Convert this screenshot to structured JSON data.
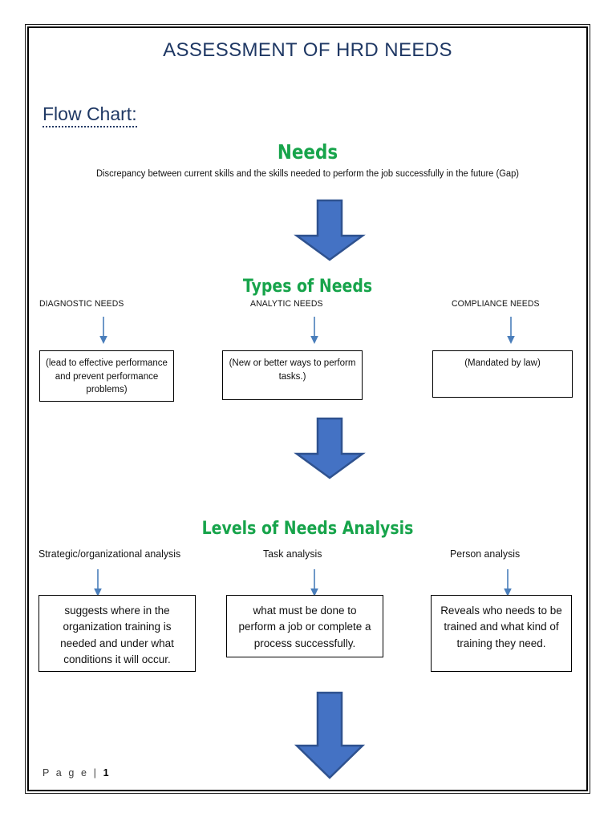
{
  "document": {
    "title": "ASSESSMENT OF HRD NEEDS",
    "section_label": "Flow Chart:",
    "footer_label": "P a g e  | ",
    "page_number": "1"
  },
  "colors": {
    "title_navy": "#1F3864",
    "heading_green": "#17A44B",
    "arrow_blue_fill": "#4472C4",
    "arrow_blue_stroke": "#2F528F",
    "thin_arrow_blue": "#4A7EBB",
    "box_border": "#000000",
    "page_border": "#000000"
  },
  "flow": {
    "stage1": {
      "heading": "Needs",
      "description": "Discrepancy between current skills and the skills needed to perform the job successfully in the future (Gap)"
    },
    "connector1": {
      "icon": "down-block-arrow"
    },
    "stage2": {
      "heading": "Types of Needs",
      "columns": [
        {
          "label": "DIAGNOSTIC NEEDS",
          "arrow_icon": "down-arrow",
          "box_text": "(lead to effective performance and prevent performance problems)"
        },
        {
          "label": "ANALYTIC NEEDS",
          "arrow_icon": "down-arrow",
          "box_text": "(New or better ways to perform tasks.)"
        },
        {
          "label": "COMPLIANCE NEEDS",
          "arrow_icon": "down-arrow",
          "box_text": "(Mandated by law)"
        }
      ]
    },
    "connector2": {
      "icon": "down-block-arrow"
    },
    "stage3": {
      "heading": "Levels of Needs Analysis",
      "columns": [
        {
          "label": "Strategic/organizational analysis",
          "arrow_icon": "down-arrow",
          "box_text": "suggests where in the organization training is needed and under what conditions it will occur."
        },
        {
          "label": "Task analysis",
          "arrow_icon": "down-arrow",
          "box_text": "what must be done to perform a job or complete a process successfully."
        },
        {
          "label": "Person analysis",
          "arrow_icon": "down-arrow",
          "box_text": "Reveals who needs to be trained and what kind of training they need."
        }
      ]
    },
    "connector3": {
      "icon": "down-block-arrow"
    }
  }
}
